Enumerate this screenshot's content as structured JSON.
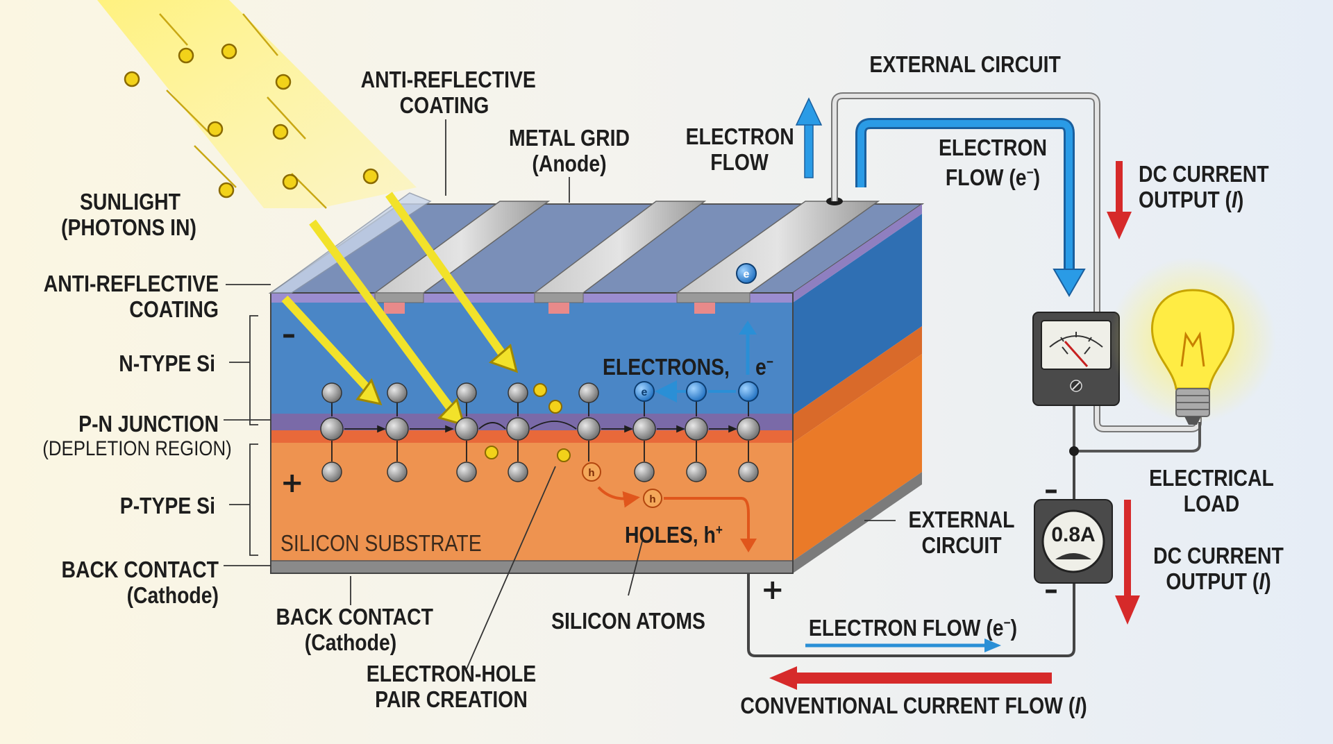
{
  "labels": {
    "sunlight_line1": "SUNLIGHT",
    "sunlight_line2": "(PHOTONS IN)",
    "arc_top_line1": "ANTI-REFLECTIVE",
    "arc_top_line2": "COATING",
    "metal_grid_line1": "METAL GRID",
    "metal_grid_line2": "(Anode)",
    "electron_flow_top_line1": "ELECTRON",
    "electron_flow_top_line2": "FLOW",
    "external_circuit_top": "EXTERNAL CIRCUIT",
    "electron_flow_e_line1": "ELECTRON",
    "electron_flow_e_line2": "FLOW (e",
    "dc_current_top_line1": "DC CURRENT",
    "dc_current_top_line2": "OUTPUT (",
    "arc_left_line1": "ANTI-REFLECTIVE",
    "arc_left_line2": "COATING",
    "n_type": "N-TYPE Si",
    "pn_junction": "P-N JUNCTION",
    "depletion_region": "(DEPLETION REGION)",
    "p_type": "P-TYPE Si",
    "back_contact_left_line1": "BACK CONTACT",
    "back_contact_left_line2": "(Cathode)",
    "silicon_substrate": "SILICON SUBSTRATE",
    "electrons_label": "ELECTRONS,",
    "holes_label": "HOLES, h",
    "electrical_load_line1": "ELECTRICAL",
    "electrical_load_line2": "LOAD",
    "external_circuit_mid_line1": "EXTERNAL",
    "external_circuit_mid_line2": "CIRCUIT",
    "dc_current_bottom_line1": "DC CURRENT",
    "dc_current_bottom_line2": "OUTPUT (",
    "back_contact_bottom_line1": "BACK CONTACT",
    "back_contact_bottom_line2": "(Cathode)",
    "silicon_atoms": "SILICON ATOMS",
    "electron_hole_line1": "ELECTRON-HOLE",
    "electron_hole_line2": "PAIR CREATION",
    "electron_flow_bottom": "ELECTRON FLOW (e",
    "conventional_current": "CONVENTIONAL CURRENT FLOW (",
    "current_symbol": "I",
    "electron_symbol": "e",
    "superscript_minus": "−",
    "superscript_plus": "+",
    "hole_symbol": "h",
    "minus_sign": "–",
    "plus_sign": "+",
    "closing_paren": ")",
    "ammeter_reading": "0.8A"
  },
  "colors": {
    "n_type": "#4a86c6",
    "p_type": "#ee9350",
    "junction": "#7a6aa8",
    "electron_arrow": "#2a8fd6",
    "current_arrow": "#d62a2a",
    "photon_arrow": "#f2e22a"
  }
}
